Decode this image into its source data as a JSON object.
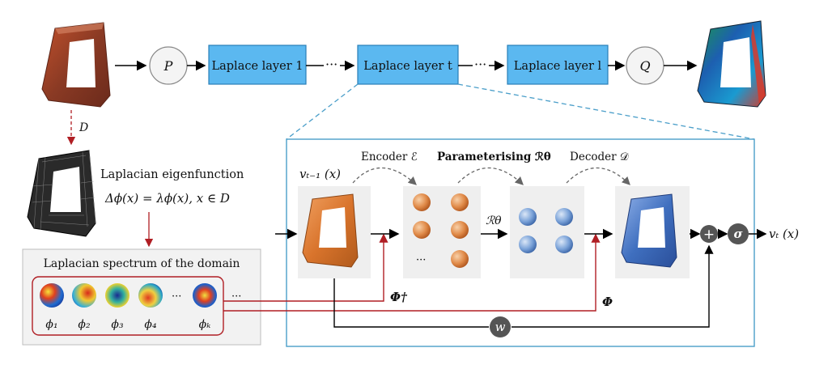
{
  "pipeline": {
    "p_label": "P",
    "q_label": "Q",
    "layer1": "Laplace layer 1",
    "layer_t": "Laplace layer t",
    "layer_l": "Laplace layer l",
    "dots": "···",
    "d_label": "D"
  },
  "eigen": {
    "title": "Laplacian eigenfunction",
    "equation": "Δϕ(x) = λϕ(x), x ∈ D"
  },
  "spectrum": {
    "title": "Laplacian spectrum of the domain",
    "labels": [
      "ϕ₁",
      "ϕ₂",
      "ϕ₃",
      "ϕ₄",
      "ϕₖ"
    ],
    "ellipsis": "···"
  },
  "detail": {
    "input_label": "vₜ₋₁ (x)",
    "encoder": "Encoder ℰ",
    "param": "Parameterising ℛθ",
    "decoder": "Decoder 𝒟",
    "r_theta": "ℛθ",
    "phi_dagger": "Φ†",
    "phi": "Φ",
    "w": "w",
    "sigma": "σ",
    "plus": "+",
    "output_label": "vₜ (x)",
    "coef_dots": "···"
  },
  "colors": {
    "layer_fill": "#5bb8f0",
    "red_line": "#b01e24",
    "dashed_blue": "#4a9ec9",
    "orange": "#d9742c",
    "blue_shape": "#3f6fbf"
  }
}
